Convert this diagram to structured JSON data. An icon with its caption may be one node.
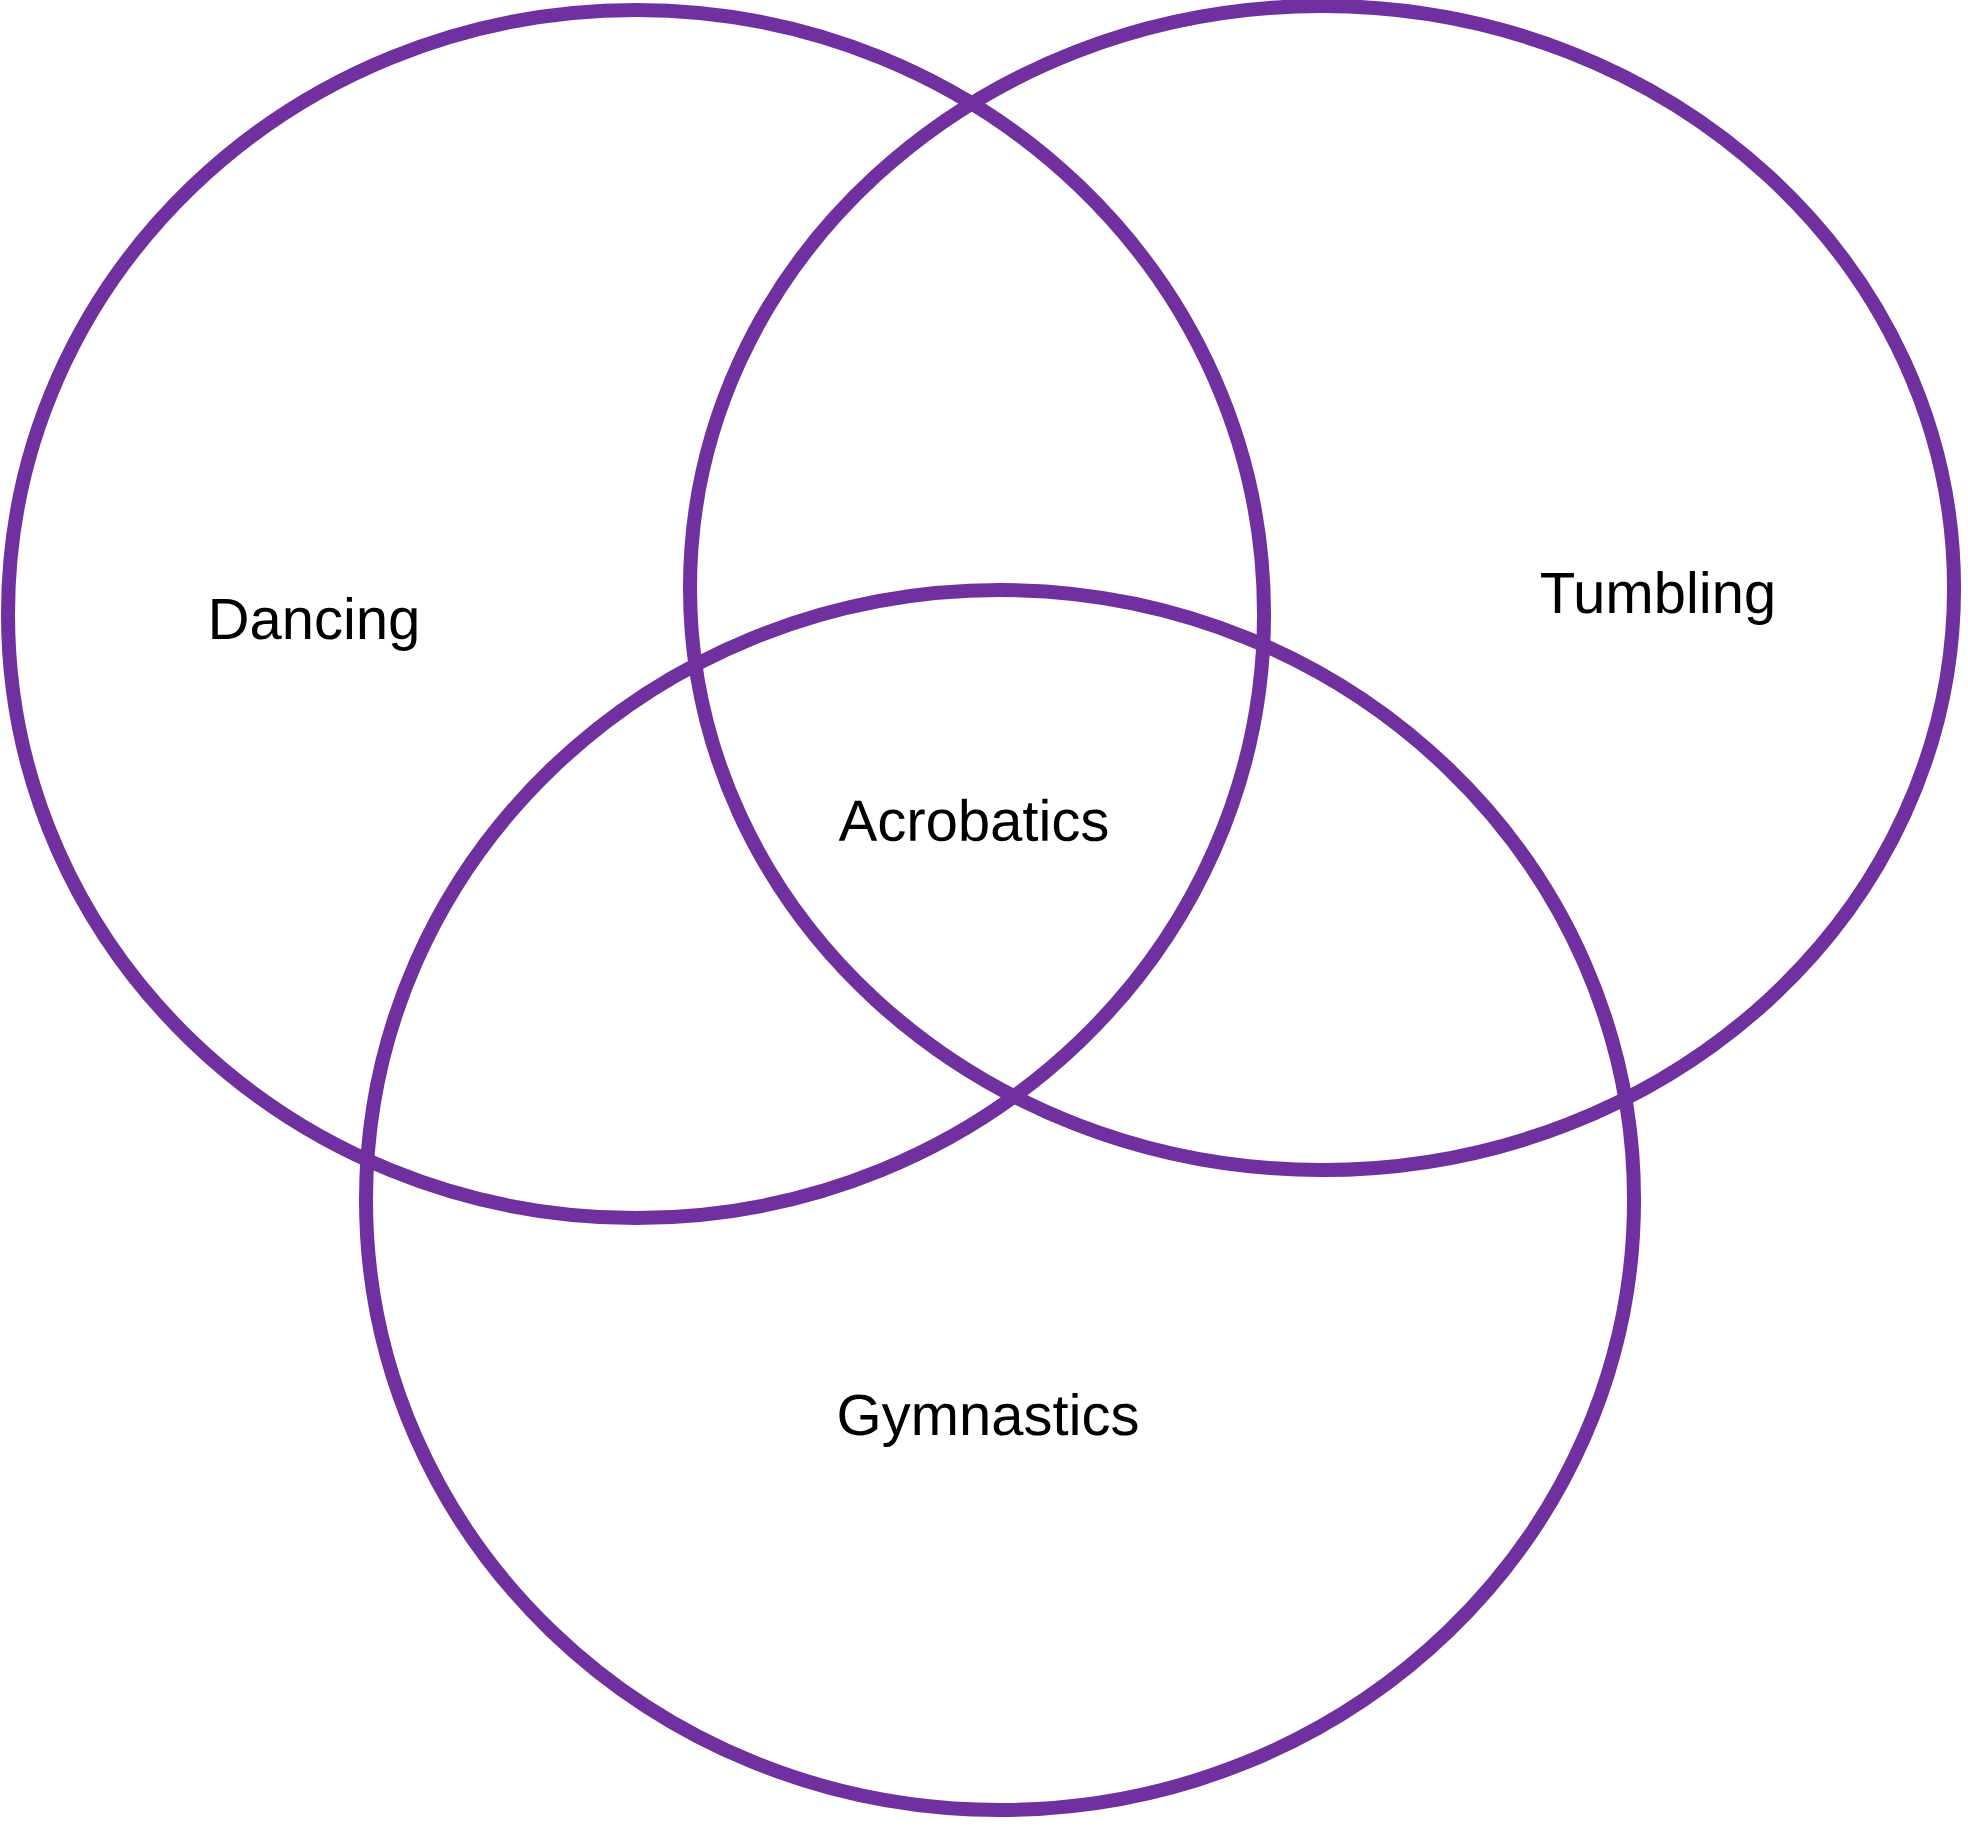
{
  "diagram": {
    "nodes": [
      {
        "text": [
          "Dancing"
        ]
      },
      {
        "text": [
          "Tumbling"
        ]
      },
      {
        "text": [
          "Gymnastics"
        ]
      }
    ],
    "labels": [
      "Acrobatics"
    ]
  }
}
